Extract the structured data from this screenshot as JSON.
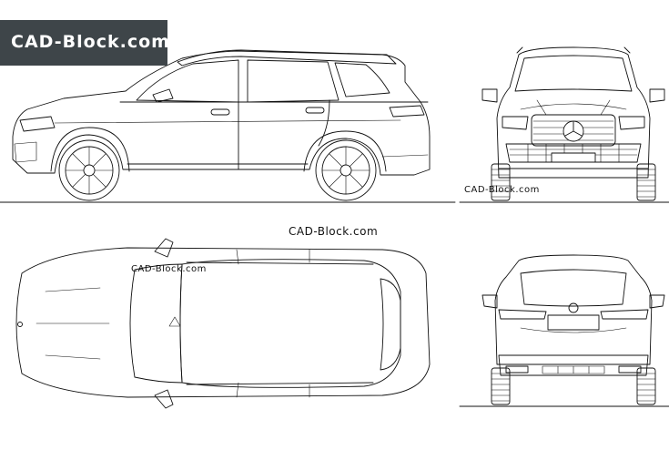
{
  "banner": {
    "text": "CAD-Block.com"
  },
  "watermarks": {
    "center": "CAD-Block.com",
    "front_view": "CAD-Block.com",
    "top_view": "CAD-Block.com"
  },
  "views": [
    "side",
    "front",
    "top",
    "rear"
  ],
  "colors": {
    "banner_bg": "#3e4549",
    "banner_text": "#ffffff",
    "line": "#111111",
    "background": "#ffffff"
  }
}
